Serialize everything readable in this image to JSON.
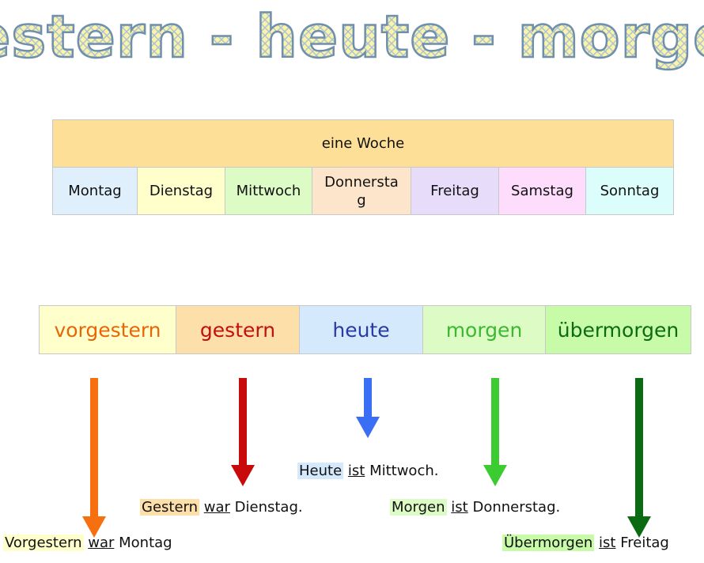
{
  "title": "gestern - heute - morgen",
  "week": {
    "header": "eine Woche",
    "days": [
      {
        "label": "Montag",
        "color": "#dfeffc"
      },
      {
        "label": "Dienstag",
        "color": "#ffffcc"
      },
      {
        "label": "Mittwoch",
        "color": "#ddfbc4"
      },
      {
        "label": "Donnerstag",
        "color": "#fde5cc"
      },
      {
        "label": "Freitag",
        "color": "#e7ddfb"
      },
      {
        "label": "Samstag",
        "color": "#fddcfc"
      },
      {
        "label": "Sonntag",
        "color": "#dbfdfc"
      }
    ]
  },
  "timeline": [
    {
      "label": "vorgestern",
      "bg": "#ffffcc",
      "text_color": "#e8650a"
    },
    {
      "label": "gestern",
      "bg": "#fddfaa",
      "text_color": "#c01010"
    },
    {
      "label": "heute",
      "bg": "#d4eafc",
      "text_color": "#2b3aa0"
    },
    {
      "label": "morgen",
      "bg": "#ddfbc4",
      "text_color": "#3cb832"
    },
    {
      "label": "übermorgen",
      "bg": "#c8fba8",
      "text_color": "#0c6b12"
    }
  ],
  "arrow_colors": [
    "#f7700f",
    "#c80a0a",
    "#3a6ef5",
    "#3ccc32",
    "#0a6b12"
  ],
  "sentences": {
    "heute": {
      "subject": "Heute",
      "verb": "ist",
      "day": "Mittwoch."
    },
    "gestern": {
      "subject": "Gestern",
      "verb": "war",
      "day": "Dienstag."
    },
    "morgen": {
      "subject": "Morgen",
      "verb": "ist",
      "day": "Donnerstag."
    },
    "vorgestern": {
      "subject": "Vorgestern",
      "verb": "war",
      "day": "Montag"
    },
    "uebermorgen": {
      "subject": "Übermorgen",
      "verb": "ist",
      "day": "Freitag"
    }
  }
}
